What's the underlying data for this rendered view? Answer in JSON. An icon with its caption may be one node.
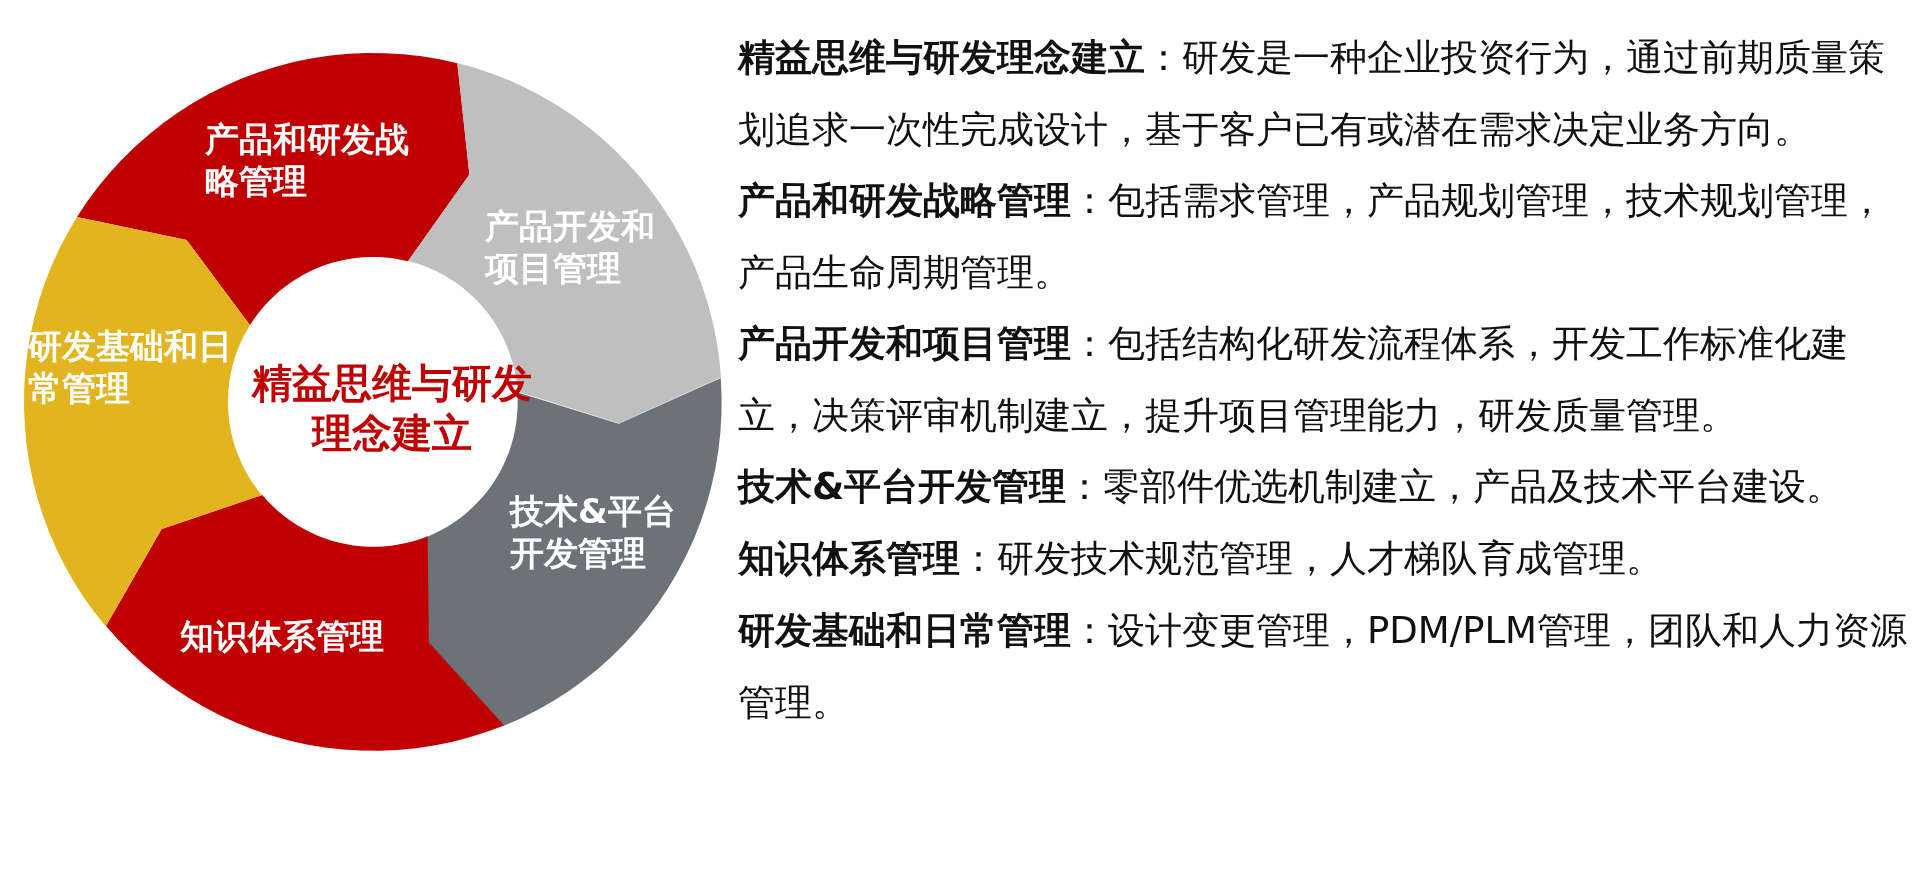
{
  "diagram": {
    "nodes": [
      {
        "text": [
          "产品和研发战略管理"
        ]
      },
      {
        "text": [
          "产品开发和项目管理"
        ]
      },
      {
        "text": [
          "技术&平台开发管理"
        ]
      },
      {
        "text": [
          "知识体系管理"
        ]
      },
      {
        "text": [
          "研发基础和日常管理"
        ]
      },
      {
        "text": [
          "精益思维与研发理念建立"
        ]
      }
    ],
    "labels": [
      "**精益思维与研发理念建立**：研发是一种企业投资行为，通过前期质量策划追求一次性完成设计，基于客户已有或潜在需求决定业务方向。",
      "**产品和研发战略管理**：包括需求管理，产品规划管理，技术规划管理，产品生命周期管理。",
      "**产品开发和项目管理**：包括结构化研发流程体系，开发工作标准化建立，决策评审机制建立，提升项目管理能力，研发质量管理。",
      "**技术&平台开发管理**：零部件优选机制建立，产品及技术平台建设。",
      "**知识体系管理**：研发技术规范管理，人才梯队育成管理。",
      "**研发基础和日常管理**：设计变更管理，PDM/PLM管理，团队和人力资源管理。"
    ]
  }
}
